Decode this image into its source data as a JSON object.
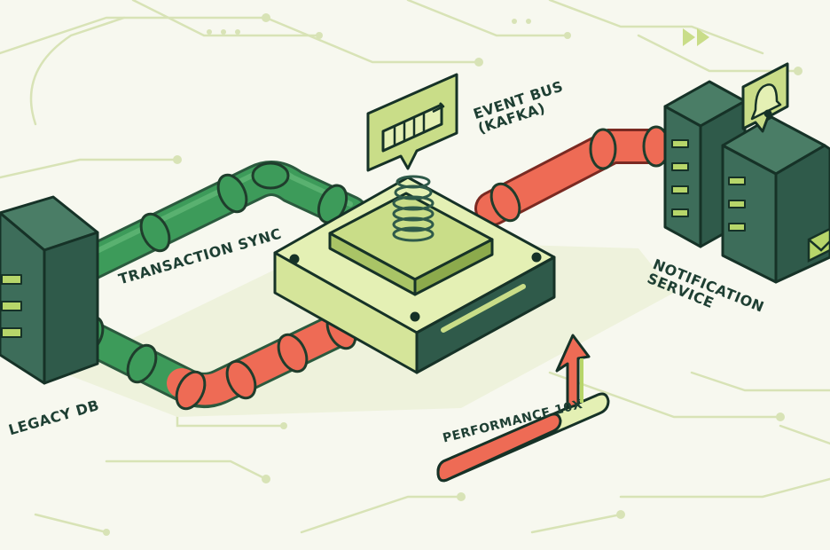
{
  "labels": {
    "legacy_db": "LEGACY DB",
    "transaction_sync": "TRANSACTION SYNC",
    "event_bus": "EVENT BUS\n(KAFKA)",
    "notification_service": "NOTIFICATION\nSERVICE",
    "performance": "PERFORMANCE 10X"
  },
  "icons": {
    "event_bubble": "queue-buffer-icon",
    "notification_bubble": "bell-icon",
    "spring": "spring-icon",
    "arrow": "up-arrow-icon",
    "corner": "play-arrow-icon"
  },
  "colors": {
    "background": "#f7f8ef",
    "circuit": "#d8e3b6",
    "server_dark": "#2f5a4a",
    "server_mid": "#3d6d5a",
    "pipe_green": "#3d9b5a",
    "pipe_red": "#ee6b55",
    "hub_light": "#e4f0b4",
    "hub_top": "#c9dd88",
    "ink": "#1e3f33"
  }
}
